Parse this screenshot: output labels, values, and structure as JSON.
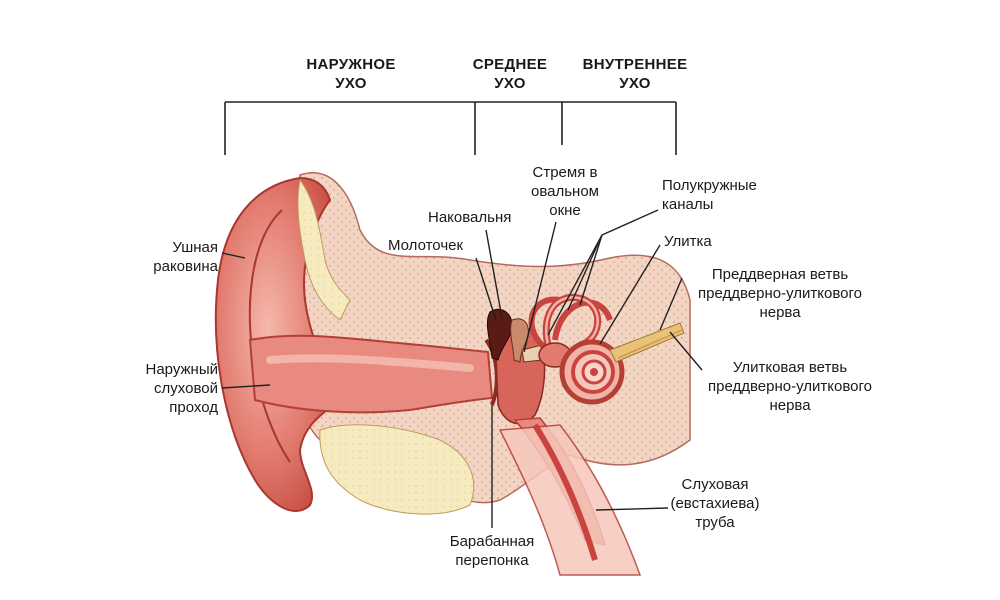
{
  "sections": [
    {
      "id": "outer",
      "lines": [
        "НАРУЖНОЕ",
        "УХО"
      ]
    },
    {
      "id": "middle",
      "lines": [
        "СРЕДНЕЕ",
        "УХО"
      ]
    },
    {
      "id": "inner",
      "lines": [
        "ВНУТРЕННЕЕ",
        "УХО"
      ]
    }
  ],
  "labels": {
    "auricle": [
      "Ушная",
      "раковина"
    ],
    "canal": [
      "Наружный",
      "слуховой",
      "проход"
    ],
    "anvil": [
      "Наковальня"
    ],
    "hammer": [
      "Молоточек"
    ],
    "stirrup": [
      "Стремя в",
      "овальном",
      "окне"
    ],
    "semicircular": [
      "Полукружные",
      "каналы"
    ],
    "cochlea": [
      "Улитка"
    ],
    "vestibular_nerve": [
      "Преддверная ветвь",
      "преддверно-улиткового",
      "нерва"
    ],
    "cochlear_nerve": [
      "Улитковая ветвь",
      "преддверно-улиткового",
      "нерва"
    ],
    "eustachian": [
      "Слуховая",
      "(евстахиева)",
      "труба"
    ],
    "eardrum": [
      "Барабанная",
      "перепонка"
    ]
  },
  "colors": {
    "flesh_dark": "#c9443f",
    "flesh": "#e88a7f",
    "flesh_light": "#f6c7bc",
    "bone": "#f3d5c4",
    "bone_dot": "#d59a8a",
    "cartilage": "#f6eabf",
    "nerve": "#e9c27a",
    "line": "#222222"
  }
}
